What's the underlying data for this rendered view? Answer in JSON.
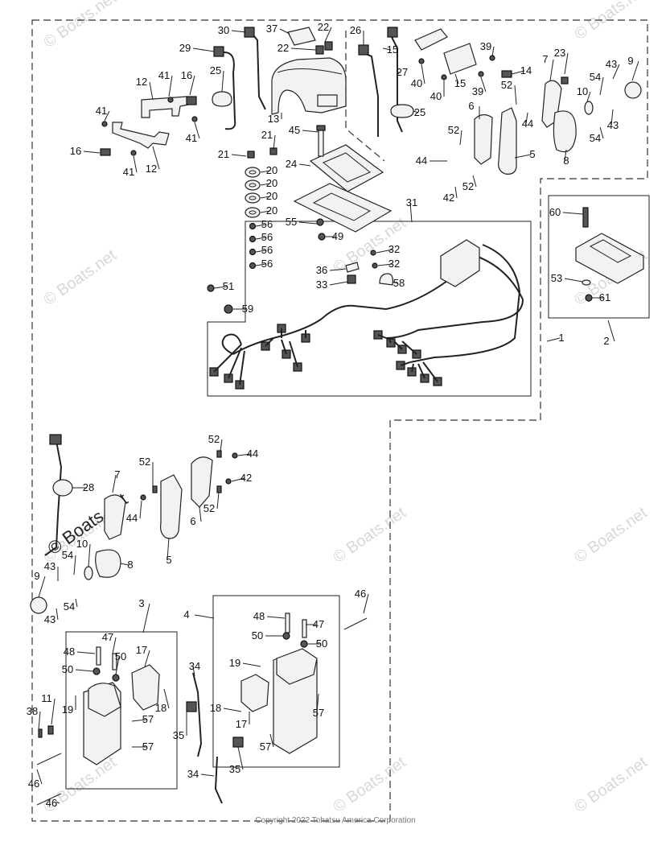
{
  "copyright": "Copyright 2022 Tohatsu America Corporation",
  "watermark": "© Boats.net",
  "part_numbers": [
    "1",
    "2",
    "3",
    "4",
    "5",
    "6",
    "7",
    "8",
    "9",
    "10",
    "11",
    "12",
    "13",
    "14",
    "15",
    "16",
    "17",
    "18",
    "19",
    "20",
    "21",
    "22",
    "23",
    "24",
    "25",
    "26",
    "27",
    "28",
    "29",
    "30",
    "31",
    "32",
    "33",
    "34",
    "35",
    "36",
    "37",
    "38",
    "39",
    "40",
    "41",
    "42",
    "43",
    "44",
    "45",
    "46",
    "47",
    "48",
    "49",
    "50",
    "51",
    "52",
    "53",
    "54",
    "55",
    "56",
    "57",
    "58",
    "59",
    "60",
    "61"
  ]
}
